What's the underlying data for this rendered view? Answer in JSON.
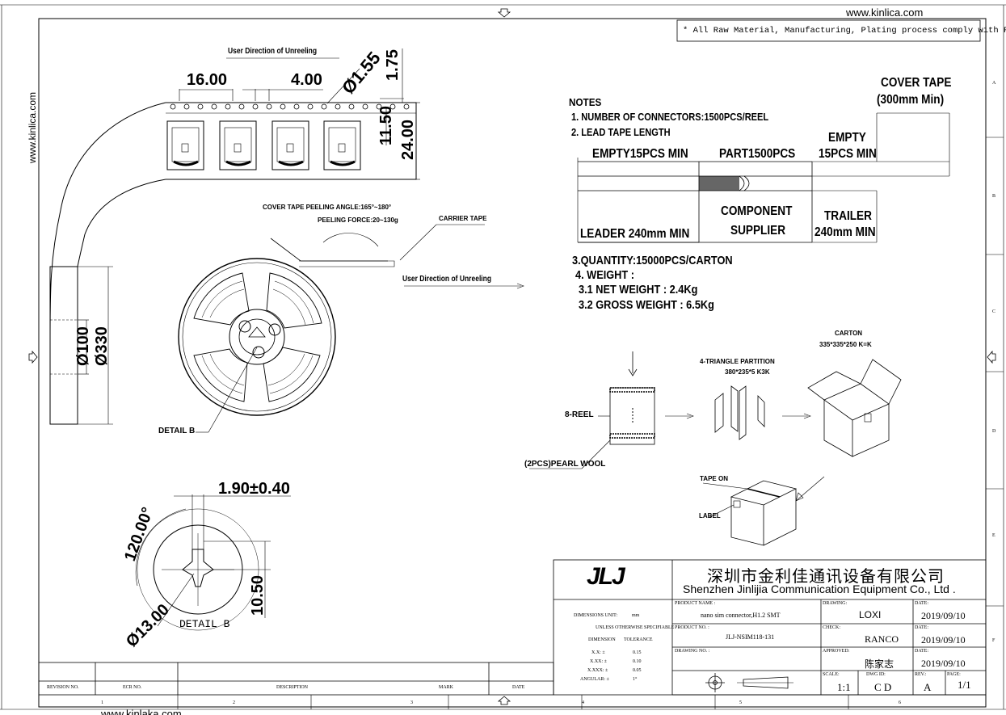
{
  "header": {
    "website": "www.kinlica.com",
    "rohs_note": "* All Raw Material, Manufacturing, Plating process comply with ROHS"
  },
  "side_watermark": "www.kinlica.com",
  "tape_view": {
    "direction_label": "User Direction of Unreeling",
    "dim_pitch": "16.00",
    "dim_hole_pitch": "4.00",
    "dim_hole_dia": "Ø1.55",
    "dim_hole_offset": "1.75",
    "dim_track": "11.50",
    "dim_width": "24.00"
  },
  "reel_view": {
    "peel_angle_label": "COVER TAPE PEELING ANGLE:165°~180°",
    "peel_force_label": "PEELING FORCE:20~130g",
    "carrier_tape_label": "CARRIER TAPE",
    "direction_label": "User Direction of Unreeling",
    "dim_hub": "Ø100",
    "dim_reel": "Ø330",
    "detail_label": "DETAIL B"
  },
  "detail_b": {
    "dim_slot": "1.90±0.40",
    "dim_angle": "120.00°",
    "dim_hole": "Ø13.00",
    "dim_key": "10.50",
    "title": "DETAIL B"
  },
  "notes": {
    "title": "NOTES",
    "line1": "1. NUMBER OF CONNECTORS:1500PCS/REEL",
    "line2": "2. LEAD TAPE LENGTH",
    "cover_tape": "COVER TAPE",
    "cover_tape_min": "(300mm Min)",
    "empty_top": "EMPTY",
    "empty_top2": "15PCS MIN",
    "empty_left": "EMPTY15PCS MIN",
    "part": "PART1500PCS",
    "leader": "LEADER 240mm MIN",
    "component": "COMPONENT",
    "supplier": "SUPPLIER",
    "trailer": "TRAILER",
    "trailer_len": "240mm MIN",
    "line3": "3.QUANTITY:15000PCS/CARTON",
    "line4": "4. WEIGHT :",
    "line41": "3.1 NET WEIGHT : 2.4Kg",
    "line42": "3.2 GROSS WEIGHT : 6.5Kg"
  },
  "packing": {
    "carton": "CARTON",
    "carton_dim": "335*335*250 K=K",
    "partition": "4-TRIANGLE PARTITION",
    "partition_dim": "380*235*5 K3K",
    "reel": "8-REEL",
    "pearl_wool": "(2PCS)PEARL WOOL",
    "tape_on": "TAPE ON",
    "label": "LABEL"
  },
  "title_block": {
    "company_cn": "深圳市金利佳通讯设备有限公司",
    "company_en": "Shenzhen Jinlijia Communication Equipment Co., Ltd .",
    "logo": "JLJ",
    "dims_unit_label": "DIMENSIONS UNIT:",
    "dims_unit": "mm",
    "unless": "UNLESS OTHERWISE SPECIFIABLE",
    "dimension_h": "DIMENSION",
    "tolerance_h": "TOLERANCE",
    "tol_rows": [
      {
        "dim": "X.X: ±",
        "tol": "0.15"
      },
      {
        "dim": "X.XX: ±",
        "tol": "0.10"
      },
      {
        "dim": "X.XXX: ±",
        "tol": "0.05"
      },
      {
        "dim": "ANGULAR: ±",
        "tol": "1°"
      }
    ],
    "product_name_label": "PRODUCT NAME :",
    "product_name": "nano sim connector,H1.2 SMT",
    "product_no_label": "PRODUCT NO. :",
    "product_no": "JLJ-NSIM118-131",
    "drawing_no_label": "DRAWING NO. :",
    "drawing_label": "DRAWING:",
    "drawing": "LOXI",
    "check_label": "CHECK:",
    "check": "RANCO",
    "approved_label": "APPROVED:",
    "approved": "陈家志",
    "date_label": "DATE:",
    "date1": "2019/09/10",
    "date2": "2019/09/10",
    "date3": "2019/09/10",
    "scale_label": "SCALE:",
    "scale": "1:1",
    "dwg_id_label": "DWG ID:",
    "dwg_id": "C D",
    "rev_label": "REV.:",
    "rev": "A",
    "page_label": "PAGE:",
    "page": "1/1"
  },
  "revision_block": {
    "revision_no": "REVISION NO.",
    "ecr_no": "ECR NO.",
    "description": "DESCRIPTION",
    "mark": "MARK",
    "date": "DATE"
  },
  "zones_bottom": [
    "1",
    "2",
    "3",
    "4",
    "5",
    "6"
  ],
  "zones_right": [
    "A",
    "B",
    "C",
    "D",
    "E",
    "F"
  ],
  "footer_watermark": "www.kinlaka.com"
}
